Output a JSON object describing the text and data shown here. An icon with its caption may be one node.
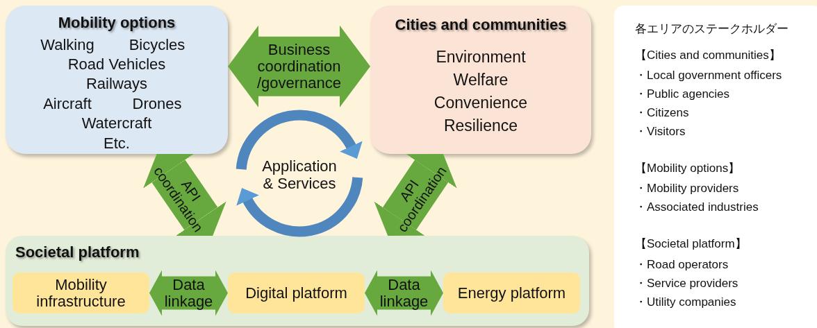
{
  "diagram": {
    "nodes": [
      {
        "text": [
          "Mobility options",
          "Walking",
          "Bicycles",
          "Road Vehicles",
          "Railways",
          "Aircraft",
          "Drones",
          "Watercraft",
          "Etc."
        ]
      },
      {
        "text": [
          "Cities and communities",
          "Environment",
          "Welfare",
          "Convenience",
          "Resilience"
        ]
      },
      {
        "text": [
          "Societal platform"
        ]
      },
      {
        "text": [
          "Mobility infrastructure"
        ],
        "in": 2
      },
      {
        "text": [
          "Digital platform"
        ],
        "in": 2
      },
      {
        "text": [
          "Energy platform"
        ],
        "in": 2
      },
      {
        "text": [
          "各エリアのステークホルダー",
          "【Cities and communities】",
          "・Local government officers",
          "・Public agencies",
          "・Citizens",
          "・Visitors",
          "【Mobility options】",
          "・Mobility providers",
          "・Associated industries",
          "【Societal platform】",
          "・Road operators",
          "・Service providers",
          "・Utility companies"
        ]
      }
    ],
    "edges": [
      {
        "from": 0,
        "to": 1,
        "arrow": "both",
        "label": "Business coordination /governance"
      },
      {
        "from": 0,
        "to": 2,
        "arrow": "both",
        "label": "API coordination"
      },
      {
        "from": 1,
        "to": 2,
        "arrow": "both",
        "label": "API coordination"
      },
      {
        "from": 3,
        "to": 4,
        "arrow": "both",
        "label": "Data linkage"
      },
      {
        "from": 4,
        "to": 5,
        "arrow": "both",
        "label": "Data linkage"
      }
    ],
    "labels": [
      "Application & Services"
    ]
  }
}
